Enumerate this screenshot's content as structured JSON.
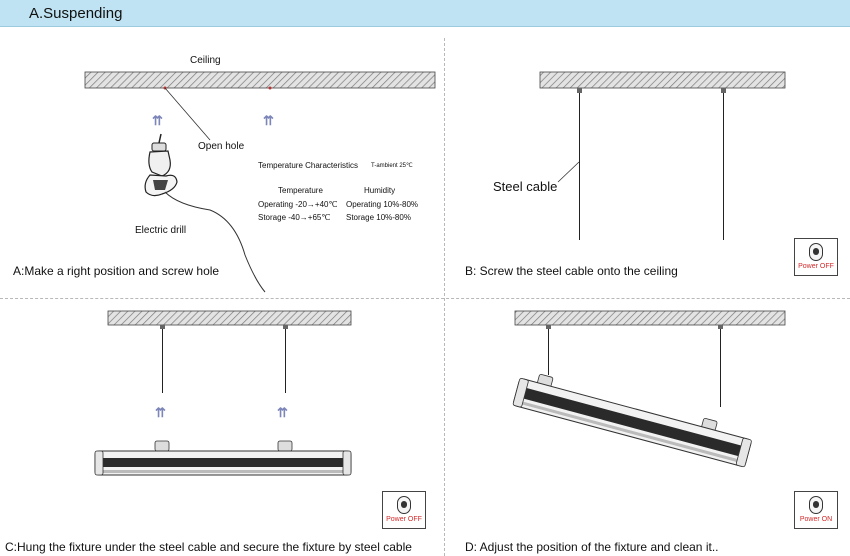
{
  "header": {
    "title": "A.Suspending"
  },
  "panel_a": {
    "ceiling_label": "Ceiling",
    "open_hole_label": "Open hole",
    "drill_label": "Electric drill",
    "arrows": "⇈",
    "caption": "A:Make a right position and screw hole",
    "temp": {
      "title": "Temperature Characteristics",
      "ambient": "T-ambient 25℃",
      "col_temperature": "Temperature",
      "col_humidity": "Humidity",
      "row1_temp": "Operating -20→+40℃",
      "row1_hum": "Operating 10%-80%",
      "row2_temp": "Storage -40→+65℃",
      "row2_hum": "Storage 10%-80%"
    }
  },
  "panel_b": {
    "steel_cable_label": "Steel cable",
    "caption": "B: Screw the steel cable onto the ceiling",
    "power_label": "Power OFF"
  },
  "panel_c": {
    "arrows": "⇈",
    "caption": "C:Hung the fixture under the steel cable and secure the fixture by steel cable",
    "power_label": "Power OFF"
  },
  "panel_d": {
    "caption": "D: Adjust the position of the fixture and clean it..",
    "power_label": "Power ON"
  },
  "colors": {
    "header_bg": "#bfe3f2",
    "arrow": "#7d86b8",
    "power_text": "#d12a2a"
  }
}
